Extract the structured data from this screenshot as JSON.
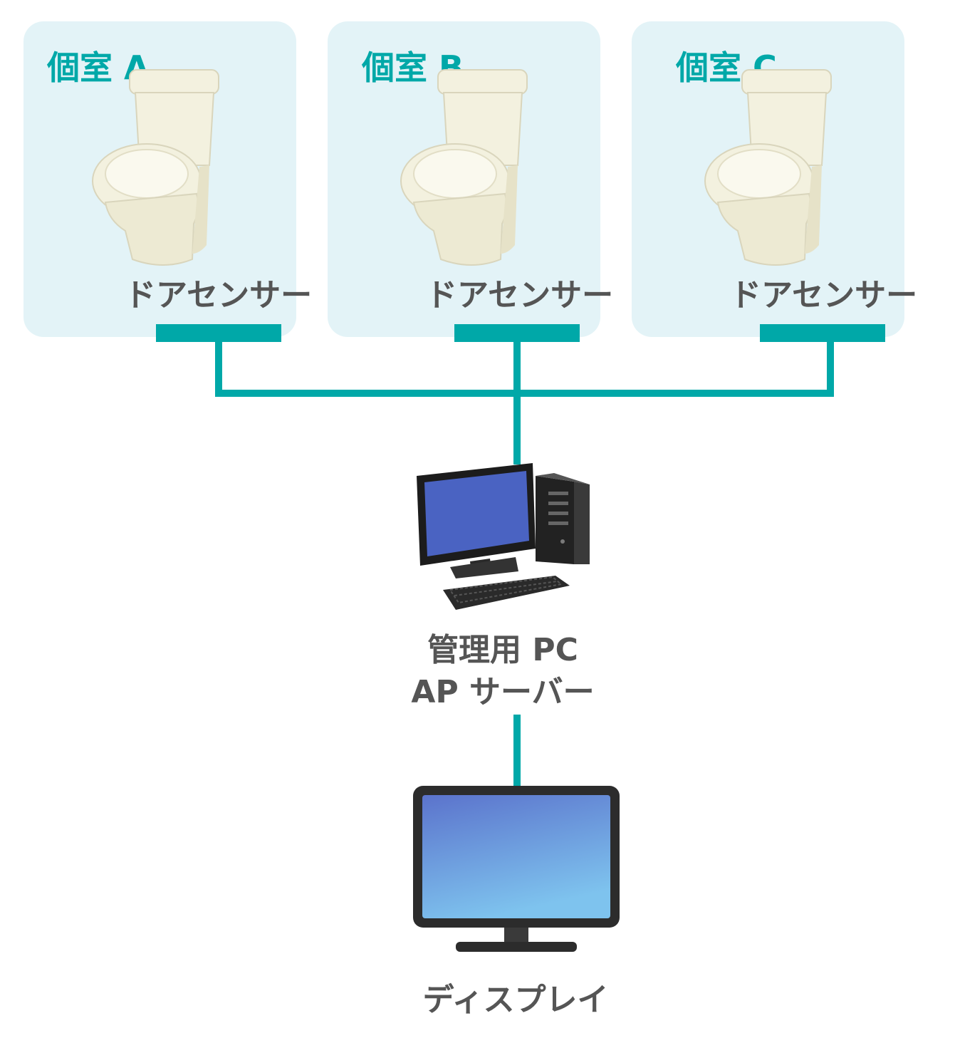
{
  "colors": {
    "accent": "#00A8A8",
    "room_bg": "#E3F3F7",
    "text": "#555555",
    "toilet_body": "#F3F1DF",
    "toilet_shadow": "#D9D5BC",
    "screen_blue": "#4A63C2",
    "display_top": "#5B73CC",
    "display_bottom": "#7EC3EE",
    "device_dark": "#2C2C2C"
  },
  "rooms": [
    {
      "title": "個室 A",
      "sensor_label": "ドアセンサー"
    },
    {
      "title": "個室 B",
      "sensor_label": "ドアセンサー"
    },
    {
      "title": "個室 C",
      "sensor_label": "ドアセンサー"
    }
  ],
  "server": {
    "label_line1": "管理用 PC",
    "label_line2": "AP サーバー",
    "icon": "desktop-pc-icon"
  },
  "display": {
    "label": "ディスプレイ",
    "icon": "monitor-icon"
  },
  "icons": {
    "toilet": "toilet-icon"
  }
}
